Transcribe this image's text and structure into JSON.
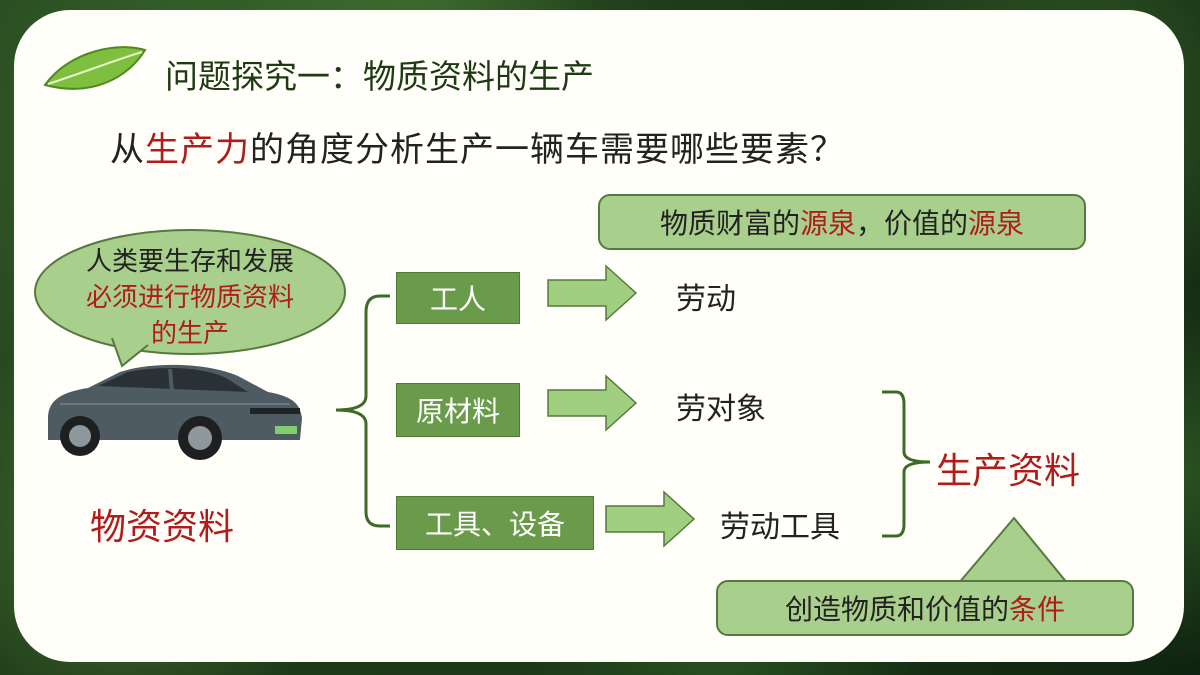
{
  "title": "问题探究一：物质资料的生产",
  "question": {
    "prefix": "从",
    "highlight": "生产力",
    "suffix": "的角度分析生产一辆车需要哪些要素？"
  },
  "bubble": {
    "line1": "人类要生存和发展",
    "line2": "必须进行物质资料",
    "line3": "的生产"
  },
  "car_caption": "物资资料",
  "inputs": [
    {
      "label": "工人",
      "result": "劳动"
    },
    {
      "label": "原材料",
      "result": "劳对象"
    },
    {
      "label": "工具、设备",
      "result": "劳动工具"
    }
  ],
  "top_note": {
    "part1": "物质财富的",
    "hl1": "源泉",
    "part2": "，价值的",
    "hl2": "源泉"
  },
  "means_of_production": "生产资料",
  "bottom_note": {
    "part1": "创造物质和价值的",
    "hl": "条件"
  },
  "colors": {
    "accent_red": "#b01c1c",
    "box_green": "#6a9b4a",
    "light_green": "#a9cf8c",
    "arrow_green": "#9fcf7f"
  }
}
